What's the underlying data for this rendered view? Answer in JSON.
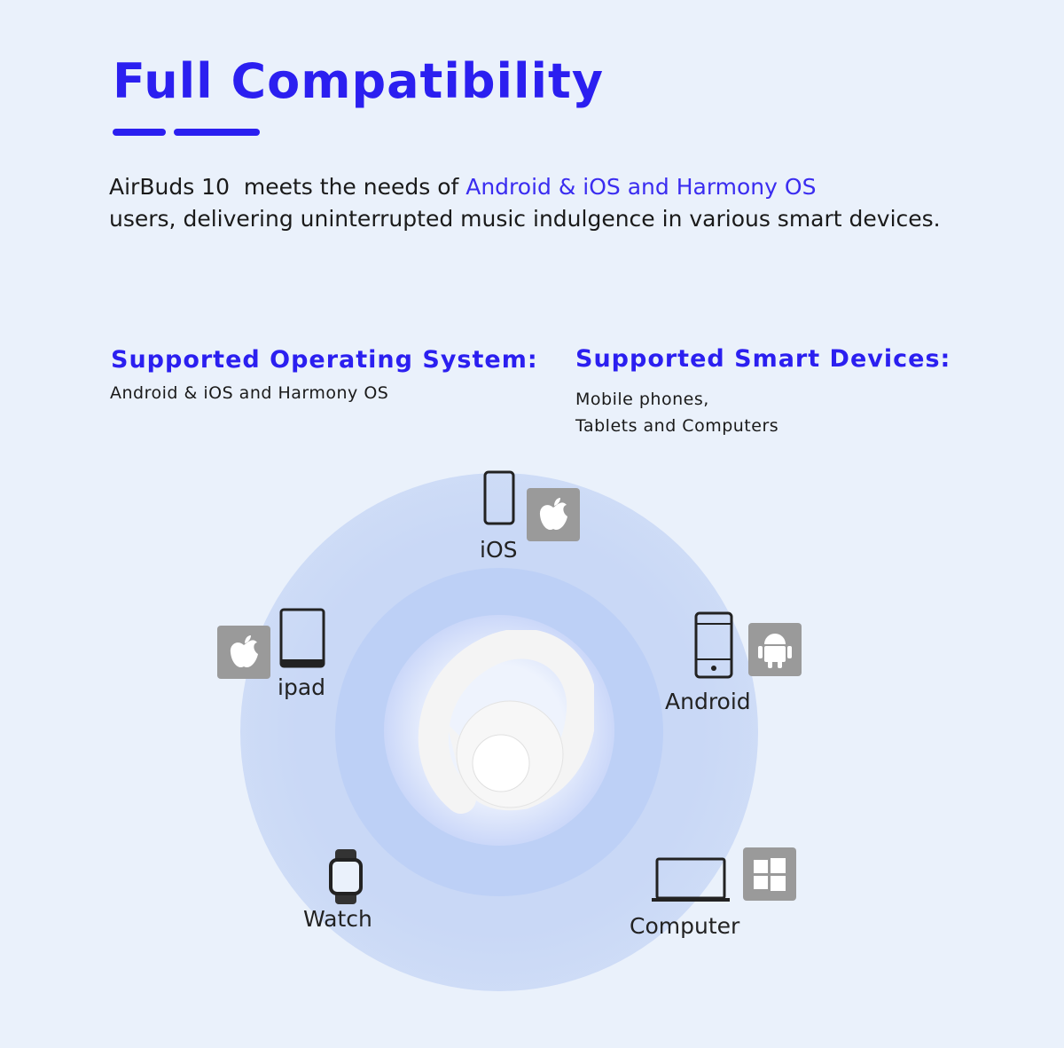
{
  "title": "Full Compatibility",
  "intro": {
    "product": "AirBuds 10",
    "mid": "  meets the needs of ",
    "highlight": "Android & iOS and Harmony OS",
    "line2": "users, delivering uninterrupted music indulgence in various smart devices."
  },
  "os": {
    "heading": "Supported Operating System:",
    "value": "Android & iOS and Harmony OS"
  },
  "devices": {
    "heading": "Supported Smart Devices:",
    "line1": "Mobile phones,",
    "line2": "Tablets and Computers"
  },
  "labels": {
    "ios": "iOS",
    "ipad": "ipad",
    "android": "Android",
    "watch": "Watch",
    "computer": "Computer"
  },
  "colors": {
    "accent": "#2b1ff0",
    "background": "#eaf1fb",
    "logo": "#9a9a9a"
  }
}
